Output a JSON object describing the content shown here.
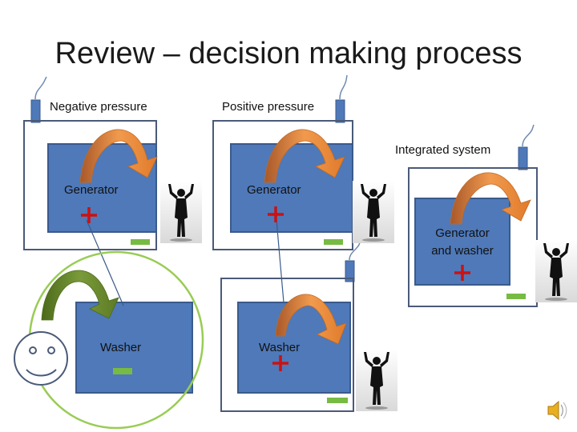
{
  "title": "Review – decision making process",
  "labels": {
    "negative_pressure": "Negative pressure",
    "positive_pressure": "Positive pressure",
    "integrated_system": "Integrated system"
  },
  "boxes": {
    "generator_1": "Generator",
    "generator_2": "Generator",
    "generator_washer_line1": "Generator",
    "generator_washer_line2": "and washer",
    "washer_1": "Washer",
    "washer_2": "Washer"
  },
  "colors": {
    "box_fill": "#4f79b9",
    "box_border": "#3a5a8c",
    "arrow_orange": "#e8883a",
    "arrow_olive": "#6b8a2a",
    "plus_red": "#cc1111",
    "minus_green": "#77bb44",
    "circle_green": "#99cc55",
    "frame": "#4a5a78"
  },
  "icons": [
    "person-arms-up-icon",
    "smiley-face-icon",
    "speaker-icon",
    "tube-icon",
    "orange-curved-arrow-icon",
    "green-curved-arrow-icon"
  ]
}
